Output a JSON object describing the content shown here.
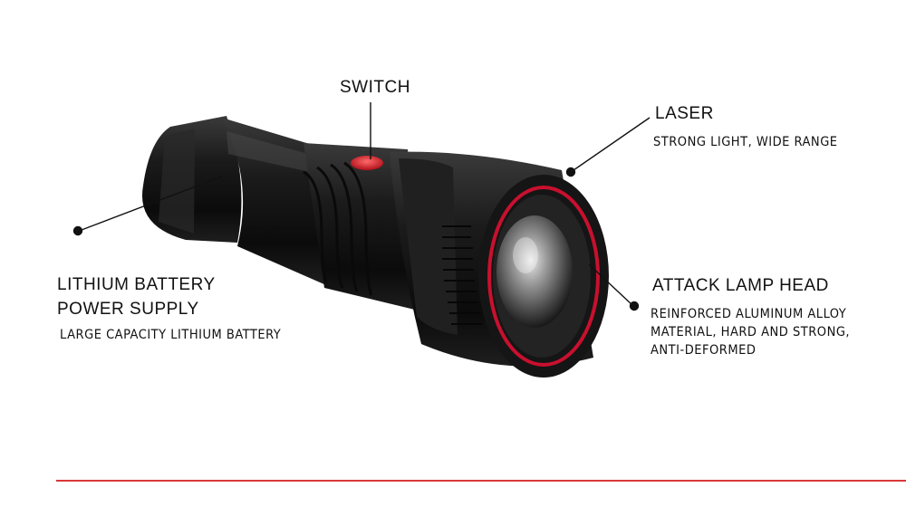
{
  "callouts": {
    "switch": {
      "title": "SWITCH"
    },
    "laser": {
      "title": "LASER",
      "description": "STRONG LIGHT, WIDE RANGE"
    },
    "battery": {
      "title_line1": "LITHIUM BATTERY",
      "title_line2": "POWER SUPPLY",
      "description": "LARGE CAPACITY LITHIUM BATTERY"
    },
    "lamp_head": {
      "title": "ATTACK LAMP HEAD",
      "description_line1": "REINFORCED ALUMINUM ALLOY",
      "description_line2": "MATERIAL, HARD AND STRONG,",
      "description_line3": "ANTI-DEFORMED"
    }
  },
  "colors": {
    "accent_red": "#d9383a",
    "body_black": "#151515",
    "ring_red": "#c8102e"
  }
}
